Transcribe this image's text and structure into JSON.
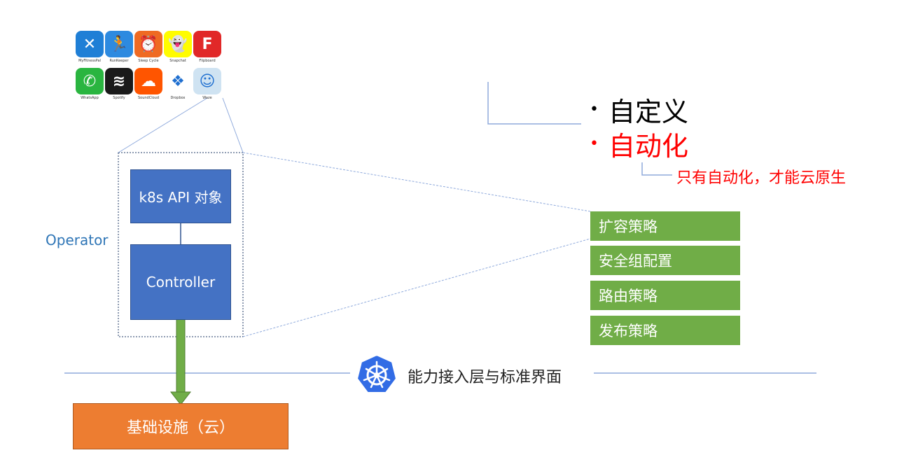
{
  "apps": [
    {
      "caption": "MyFitnessPal",
      "color": "#1f7fd6",
      "glyph": "✕"
    },
    {
      "caption": "RunKeeper",
      "color": "#2d8ae0",
      "glyph": "🏃"
    },
    {
      "caption": "Sleep Cycle",
      "color": "#ef6a23",
      "glyph": "⏰"
    },
    {
      "caption": "Snapchat",
      "color": "#fffc00",
      "glyph": "👻"
    },
    {
      "caption": "Flipboard",
      "color": "#e12828",
      "glyph": "F"
    },
    {
      "caption": "WhatsApp",
      "color": "#2ab540",
      "glyph": "✆"
    },
    {
      "caption": "Spotify",
      "color": "#1a1a1a",
      "glyph": "≋"
    },
    {
      "caption": "SoundCloud",
      "color": "#ff5500",
      "glyph": "☁"
    },
    {
      "caption": "Dropbox",
      "color": "#ffffff",
      "glyph": "❖"
    },
    {
      "caption": "Waze",
      "color": "#cfe3f2",
      "glyph": "☺"
    }
  ],
  "operator_label": "Operator",
  "k8s_api_label": "k8s API 对象",
  "controller_label": "Controller",
  "infra_label": "基础设施（云）",
  "bullets": [
    {
      "text": "自定义",
      "color": "#000000"
    },
    {
      "text": "自动化",
      "color": "#ff0000"
    }
  ],
  "note": "只有自动化，才能云原生",
  "policies": [
    "扩容策略",
    "安全组配置",
    "路由策略",
    "发布策略"
  ],
  "layer_label": "能力接入层与标准界面",
  "icons": {
    "kubernetes": "kubernetes-helm-icon"
  },
  "colors": {
    "blue_box": "#4472c4",
    "green": "#70ad47",
    "orange": "#ed7d31",
    "operator_text": "#2e75b6",
    "red": "#ff0000"
  }
}
